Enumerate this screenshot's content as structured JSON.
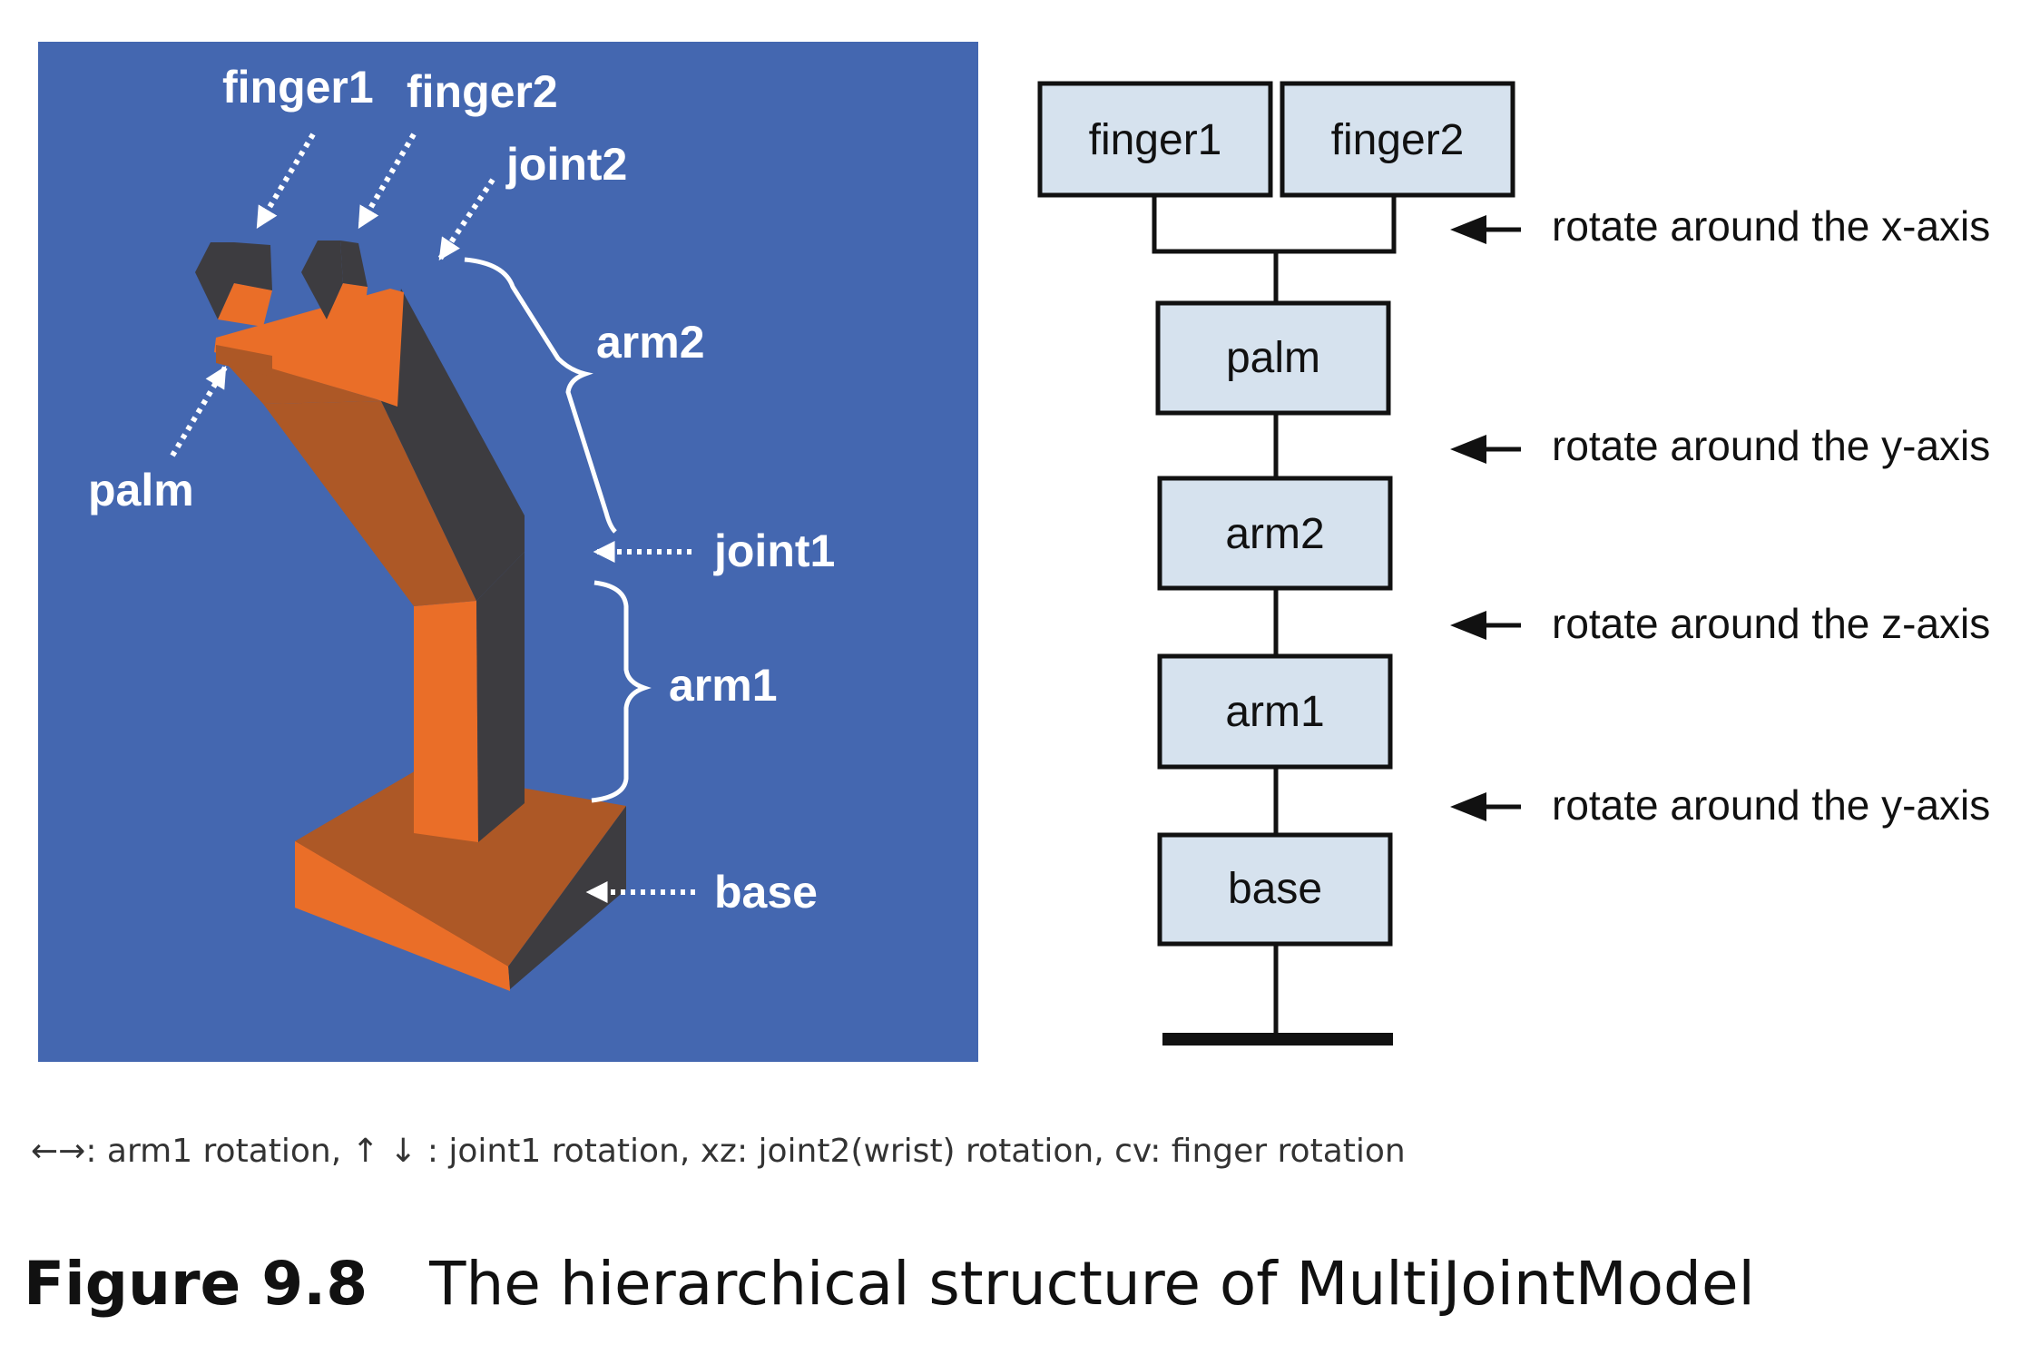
{
  "model_labels": {
    "finger1": "finger1",
    "finger2": "finger2",
    "joint2": "joint2",
    "arm2": "arm2",
    "palm": "palm",
    "joint1": "joint1",
    "arm1": "arm1",
    "base": "base"
  },
  "hierarchy": {
    "boxes": {
      "finger1": "finger1",
      "finger2": "finger2",
      "palm": "palm",
      "arm2": "arm2",
      "arm1": "arm1",
      "base": "base"
    },
    "rotations": {
      "fingers": "rotate around the x-axis",
      "palm_arm2": "rotate around the y-axis",
      "arm2_arm1": "rotate around the z-axis",
      "arm1_base": "rotate around the y-axis"
    }
  },
  "controls": "←→: arm1 rotation, ↑ ↓ : joint1 rotation, xz: joint2(wrist) rotation, cv: finger rotation",
  "caption": {
    "number": "Figure 9.8",
    "title": "The hierarchical structure of MultiJointModel"
  },
  "colors": {
    "panel_bg": "#4467b0",
    "orange_light": "#ea6e28",
    "orange_dark": "#ad5826",
    "dark_grey": "#3d3c40",
    "box_fill": "#d6e2ee"
  }
}
